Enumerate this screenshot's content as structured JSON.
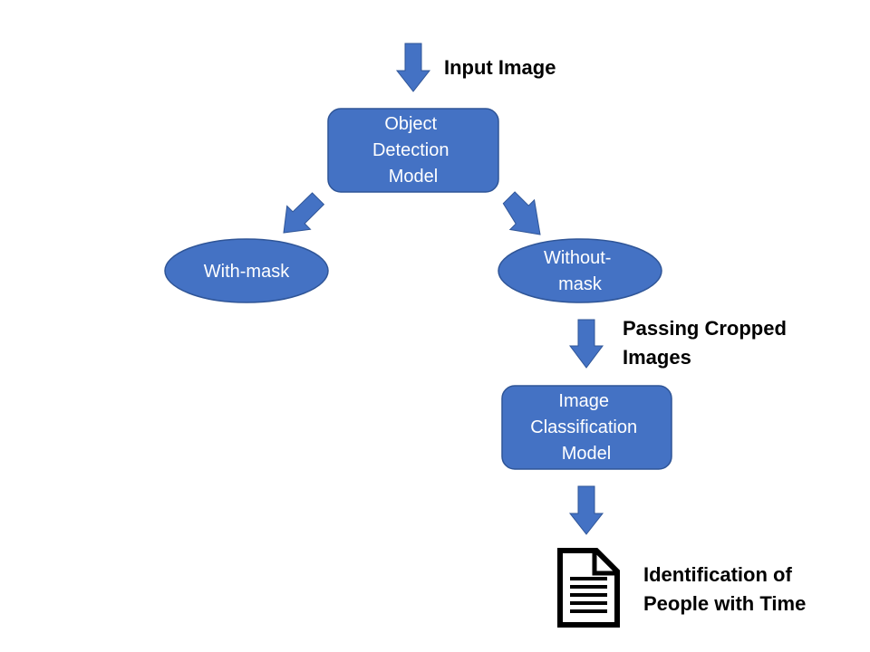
{
  "colors": {
    "node_fill": "#4472C4",
    "node_stroke": "#2F5597",
    "arrow_fill": "#4472C4",
    "label_text": "#000000",
    "node_text": "#FFFFFF"
  },
  "labels": {
    "input_image": "Input Image",
    "passing_cropped": [
      "Passing Cropped",
      "Images"
    ],
    "identification": [
      "Identification of",
      "People with Time"
    ]
  },
  "nodes": {
    "object_detection": [
      "Object",
      "Detection",
      "Model"
    ],
    "with_mask": "With-mask",
    "without_mask": [
      "Without-",
      "mask"
    ],
    "image_classification": [
      "Image",
      "Classification",
      "Model"
    ]
  },
  "icons": {
    "output": "document-icon"
  }
}
